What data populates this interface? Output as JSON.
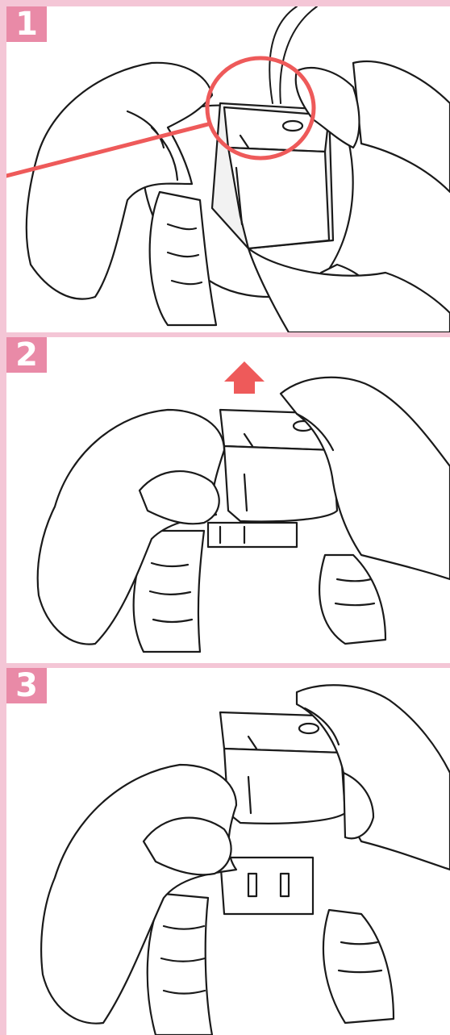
{
  "steps": [
    {
      "number": "1",
      "focus_icon": "red-circle-callout-icon"
    },
    {
      "number": "2",
      "direction_icon": "arrow-up-icon"
    },
    {
      "number": "3"
    }
  ],
  "colors": {
    "page_border": "#f4c6d6",
    "number_badge": "#e98aa7",
    "highlight": "#ee5a5a",
    "line_art": "#1a1a1a"
  }
}
